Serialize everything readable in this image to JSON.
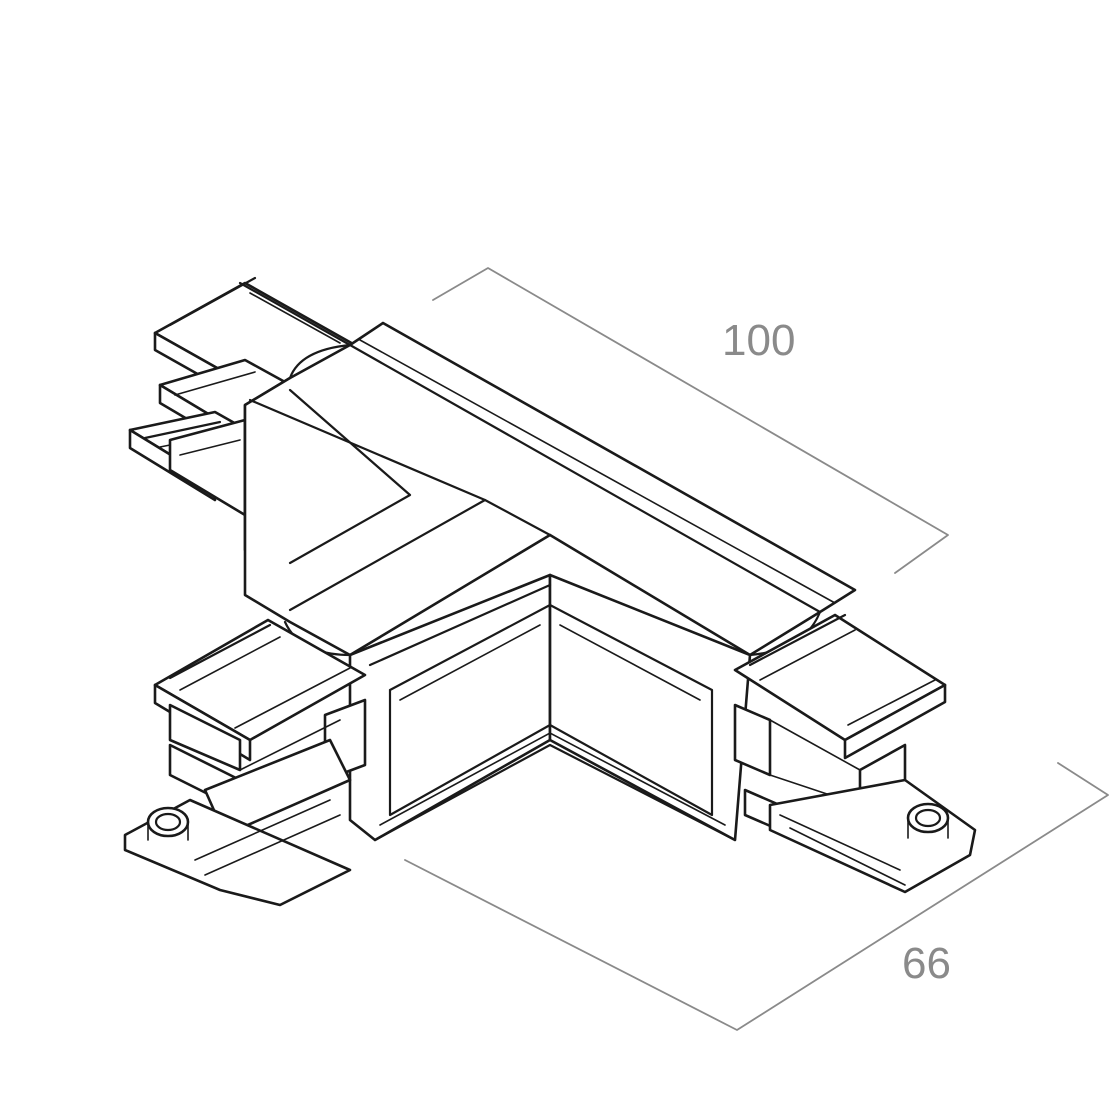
{
  "drawing": {
    "subject": "T-connector",
    "dimensions": {
      "length": {
        "value": "100"
      },
      "depth": {
        "value": "66"
      }
    }
  },
  "colors": {
    "line": "#1a1a1a",
    "dimension": "#8a8a8a",
    "background": "#ffffff"
  }
}
